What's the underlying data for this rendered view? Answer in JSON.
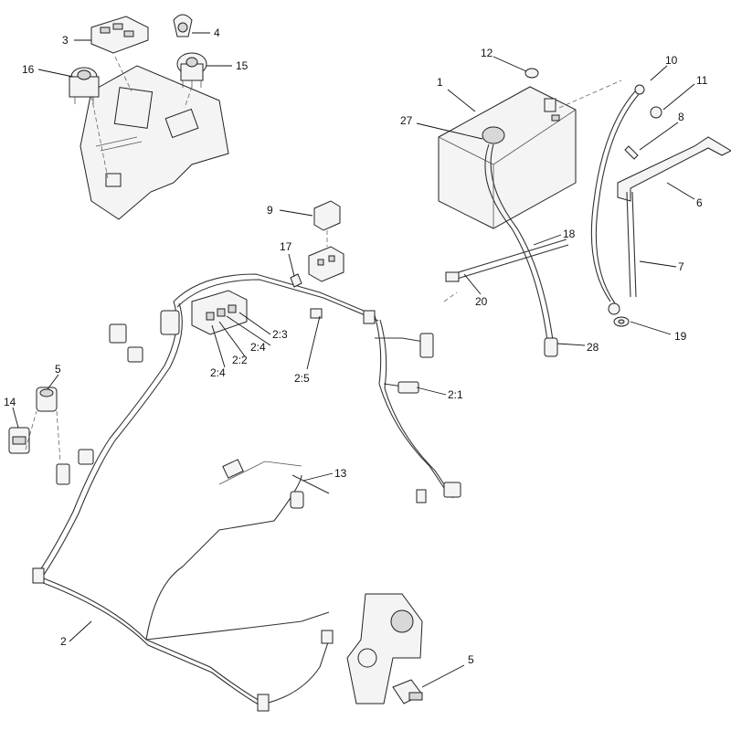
{
  "callouts": {
    "c1": "1",
    "c2": "2",
    "c2_1": "2:1",
    "c2_2": "2:2",
    "c2_3": "2:3",
    "c2_4a": "2:4",
    "c2_4b": "2:4",
    "c2_5": "2:5",
    "c3": "3",
    "c4": "4",
    "c5a": "5",
    "c5b": "5",
    "c6": "6",
    "c7": "7",
    "c8": "8",
    "c9": "9",
    "c10": "10",
    "c11": "11",
    "c12": "12",
    "c13": "13",
    "c14": "14",
    "c15": "15",
    "c16": "16",
    "c17": "17",
    "c18": "18",
    "c19": "19",
    "c20": "20",
    "c27": "27",
    "c28": "28"
  }
}
